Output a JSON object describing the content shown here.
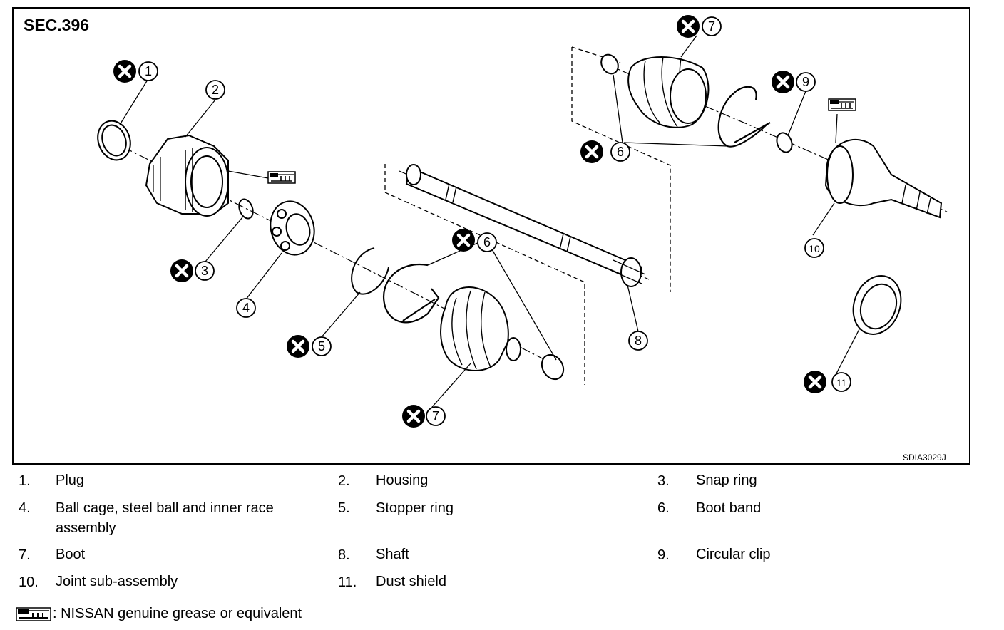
{
  "section_label": "SEC.396",
  "figure_code": "SDIA3029J",
  "callouts": [
    "1",
    "2",
    "3",
    "4",
    "5",
    "6",
    "6",
    "7",
    "7",
    "8",
    "9",
    "10",
    "11"
  ],
  "legend": [
    {
      "num": "1.",
      "label": "Plug"
    },
    {
      "num": "2.",
      "label": "Housing"
    },
    {
      "num": "3.",
      "label": "Snap ring"
    },
    {
      "num": "4.",
      "label": "Ball cage, steel ball and inner race assembly"
    },
    {
      "num": "5.",
      "label": "Stopper ring"
    },
    {
      "num": "6.",
      "label": "Boot band"
    },
    {
      "num": "7.",
      "label": "Boot"
    },
    {
      "num": "8.",
      "label": "Shaft"
    },
    {
      "num": "9.",
      "label": "Circular clip"
    },
    {
      "num": "10.",
      "label": "Joint sub-assembly"
    },
    {
      "num": "11.",
      "label": "Dust shield"
    }
  ],
  "footnote": ": NISSAN genuine grease or equivalent"
}
